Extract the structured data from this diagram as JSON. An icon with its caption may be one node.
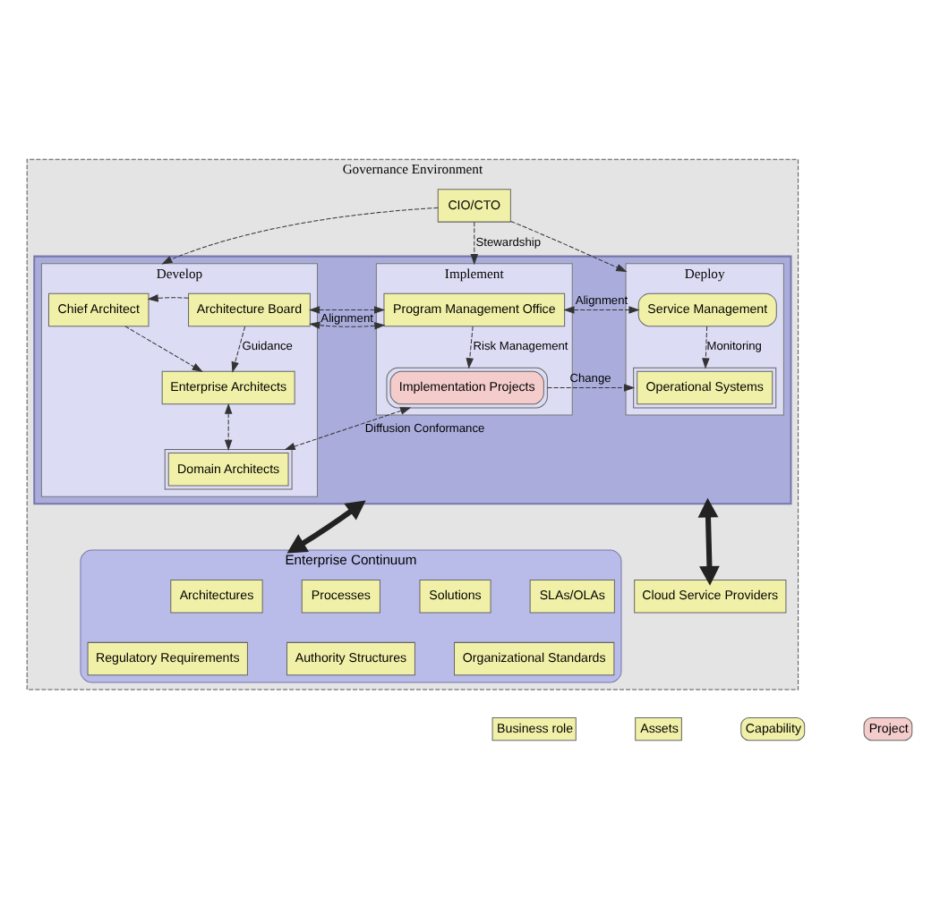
{
  "diagram": {
    "nodes": [
      {
        "text": [
          "Governance Environment"
        ]
      },
      {
        "text": [
          "CIO/CTO"
        ],
        "in": 0
      },
      {
        "text": [],
        "shape": "box",
        "in": 0
      },
      {
        "text": [
          "Develop"
        ],
        "in": 2
      },
      {
        "text": [
          "Chief Architect"
        ],
        "in": 3
      },
      {
        "text": [
          "Architecture Board"
        ],
        "in": 3
      },
      {
        "text": [
          "Enterprise Architects"
        ],
        "in": 3
      },
      {
        "text": [
          "Domain Architects"
        ],
        "in": 3
      },
      {
        "text": [
          "Implement"
        ],
        "in": 2
      },
      {
        "text": [
          "Program Management Office"
        ],
        "in": 8
      },
      {
        "text": [
          "Implementation Projects"
        ],
        "in": 8
      },
      {
        "text": [
          "Deploy"
        ],
        "in": 2
      },
      {
        "text": [
          "Service Management"
        ],
        "in": 11
      },
      {
        "text": [
          "Operational Systems"
        ],
        "in": 11
      },
      {
        "text": [
          "Enterprise Continuum"
        ],
        "in": 0
      },
      {
        "text": [
          "Architectures"
        ],
        "in": 14
      },
      {
        "text": [
          "Processes"
        ],
        "in": 14
      },
      {
        "text": [
          "Solutions"
        ],
        "in": 14
      },
      {
        "text": [
          "SLAs/OLAs"
        ],
        "in": 14
      },
      {
        "text": [
          "Regulatory Requirements"
        ],
        "in": 14
      },
      {
        "text": [
          "Authority Structures"
        ],
        "in": 14
      },
      {
        "text": [
          "Organizational Standards"
        ],
        "in": 14
      },
      {
        "text": [
          "Cloud Service Providers"
        ],
        "in": 0
      }
    ],
    "edges": [
      {
        "from": 1,
        "to": 3,
        "arrow": "to",
        "style": "dashed"
      },
      {
        "from": 1,
        "to": 8,
        "arrow": "to",
        "style": "dashed",
        "label": "Stewardship"
      },
      {
        "from": 1,
        "to": 11,
        "arrow": "to",
        "style": "dashed"
      },
      {
        "from": 5,
        "to": 4,
        "arrow": "to",
        "style": "dashed"
      },
      {
        "from": 4,
        "to": 6,
        "arrow": "to",
        "style": "dashed"
      },
      {
        "from": 5,
        "to": 6,
        "arrow": "to",
        "style": "dashed",
        "label": "Guidance"
      },
      {
        "from": 6,
        "to": 7,
        "arrow": "both",
        "style": "dashed"
      },
      {
        "from": 5,
        "to": 9,
        "arrow": "both",
        "style": "dashed",
        "label": "Alignment"
      },
      {
        "from": 9,
        "to": 12,
        "arrow": "both",
        "style": "dashed",
        "label": "Alignment"
      },
      {
        "from": 9,
        "to": 10,
        "arrow": "to",
        "style": "dashed",
        "label": "Risk Management"
      },
      {
        "from": 12,
        "to": 13,
        "arrow": "to",
        "style": "dashed",
        "label": "Monitoring"
      },
      {
        "from": 7,
        "to": 10,
        "arrow": "both",
        "style": "dashed",
        "label": "Diffusion Conformance"
      },
      {
        "from": 10,
        "to": 13,
        "arrow": "to",
        "style": "dashed",
        "label": "Change"
      },
      {
        "from": 2,
        "to": 14,
        "arrow": "both",
        "style": "thick"
      },
      {
        "from": 2,
        "to": 22,
        "arrow": "both",
        "style": "thick"
      }
    ],
    "legend": [
      {
        "text": "Business role"
      },
      {
        "text": "Assets"
      },
      {
        "text": "Capability"
      },
      {
        "text": "Project"
      }
    ]
  }
}
